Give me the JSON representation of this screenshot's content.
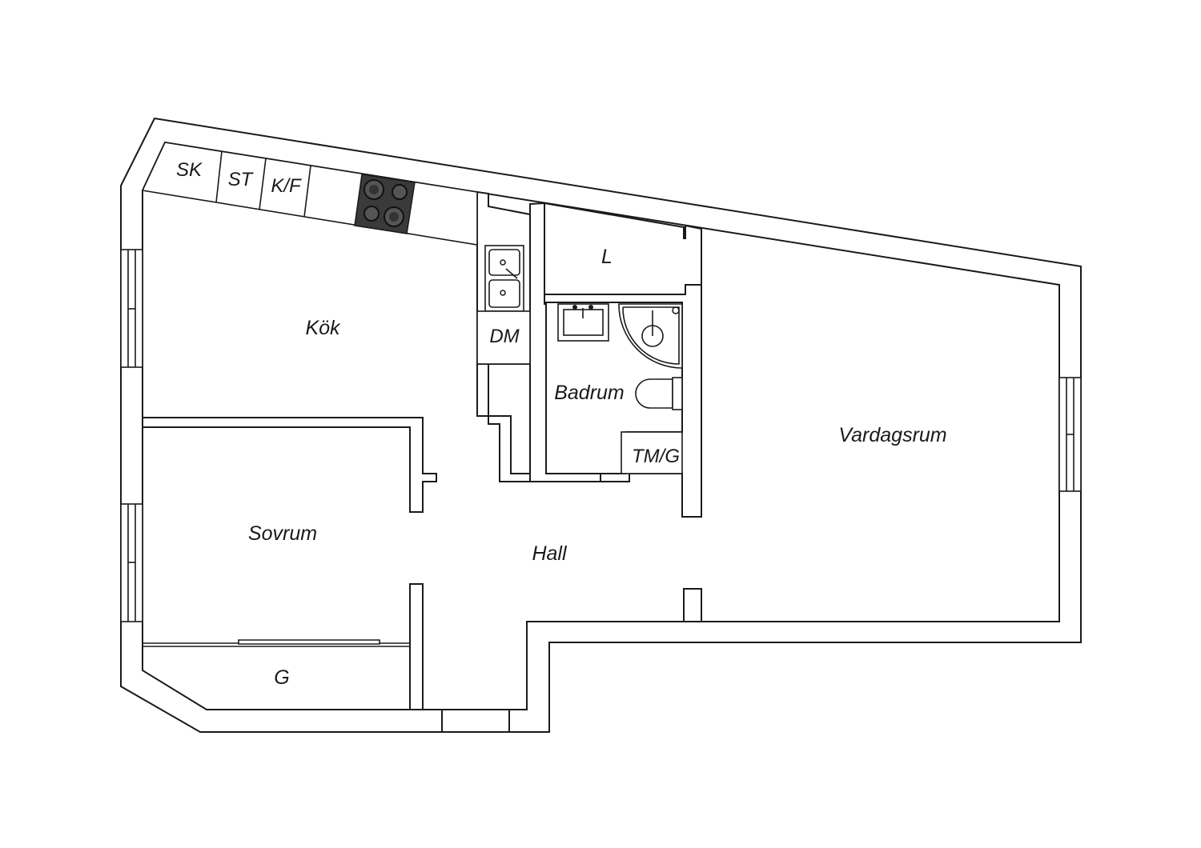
{
  "rooms": {
    "kok": "Kök",
    "sovrum": "Sovrum",
    "hall": "Hall",
    "badrum": "Badrum",
    "vardagsrum": "Vardagsrum",
    "garderob": "G",
    "linneskap": "L"
  },
  "fixtures": {
    "sk": "SK",
    "st": "ST",
    "kf": "K/F",
    "dm": "DM",
    "tmg": "TM/G"
  },
  "colors": {
    "line": "#1a1a1a",
    "stove": "#3a3a3a",
    "background": "#ffffff"
  }
}
